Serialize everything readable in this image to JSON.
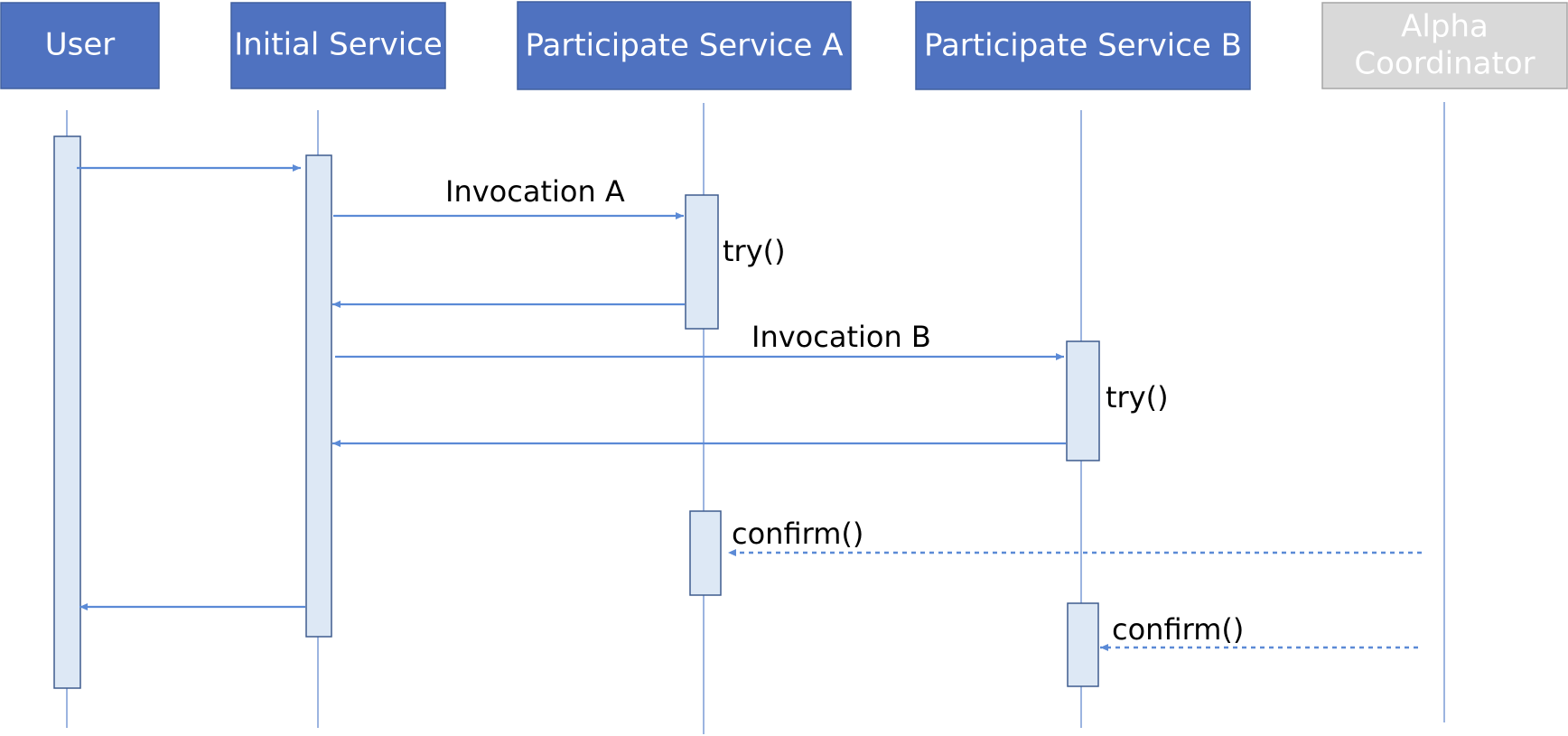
{
  "colors": {
    "header_fill": "#4f72c0",
    "header_stroke": "#41609f",
    "header_text": "#ffffff",
    "coordinator_fill": "#d9d9d9",
    "coordinator_stroke": "#a6a6a6",
    "coordinator_text": "#ffffff",
    "lifeline": "#7b9bd6",
    "activation_fill": "#dde8f5",
    "activation_stroke": "#3e5c8e",
    "arrow": "#5b8ad6",
    "label": "#000000"
  },
  "participants": {
    "user": "User",
    "initial_service": "Initial Service",
    "participate_a": "Participate Service A",
    "participate_b": "Participate Service B",
    "coordinator_line1": "Alpha",
    "coordinator_line2": "Coordinator"
  },
  "messages": {
    "invocation_a": "Invocation A",
    "try_a": "try()",
    "invocation_b": "Invocation B",
    "try_b": "try()",
    "confirm_a": "confirm()",
    "confirm_b": "confirm()"
  }
}
